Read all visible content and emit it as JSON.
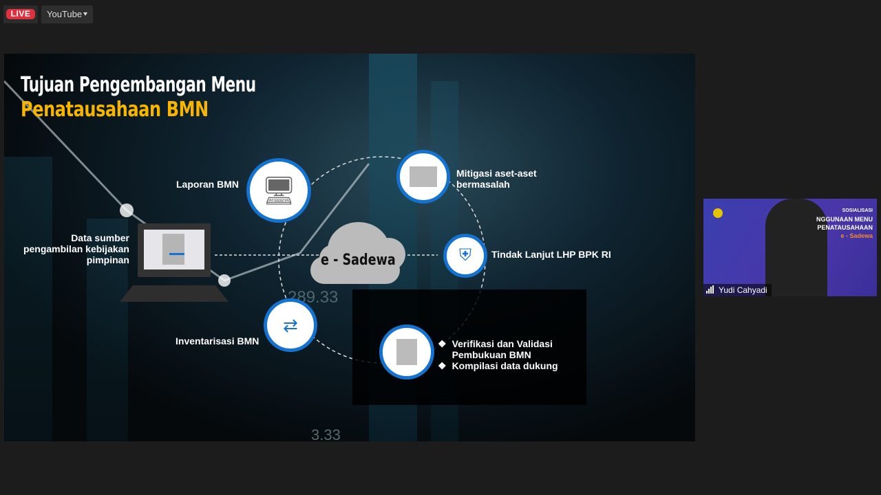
{
  "toolbar": {
    "live_label": "LIVE",
    "stream_target": "YouTube"
  },
  "slide": {
    "title_line1": "Tujuan Pengembangan Menu",
    "title_line2": "Penatausahaan BMN",
    "center_label": "e - Sadewa",
    "left_label": "Data sumber pengambilan kebijakan pimpinan",
    "nodes": {
      "laporan": "Laporan BMN",
      "mitigasi": "Mitigasi aset-aset bermasalah",
      "tindak": "Tindak Lanjut LHP BPK RI",
      "inventarisasi": "Inventarisasi BMN",
      "verifikasi_1": "Verifikasi dan Validasi Pembukuan BMN",
      "verifikasi_2": "Kompilasi data dukung"
    },
    "bg_numbers": [
      "289.33",
      "3.33"
    ],
    "accent": "#1473d0",
    "title_color": "#f7b500"
  },
  "participant": {
    "name": "Yudi Cahyadi",
    "banner": {
      "line1": "SOSIALISASI",
      "line2": "NGGUNAAN MENU",
      "line3": "PENATAUSAHAAN",
      "line4": "e - Sadewa"
    }
  }
}
